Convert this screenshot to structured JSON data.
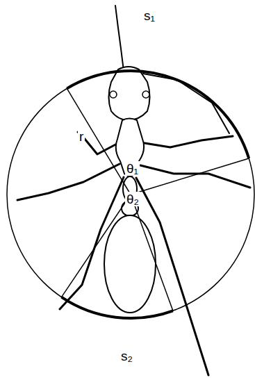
{
  "diagram": {
    "labels": [
      "s₁",
      "r",
      "θ₁",
      "θ₂",
      "s₂"
    ]
  }
}
